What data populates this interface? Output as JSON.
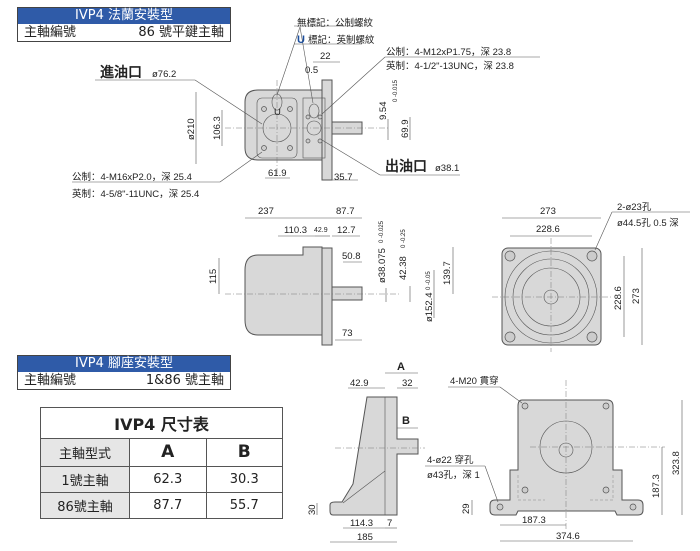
{
  "flange_box": {
    "title": "IVP4 法蘭安裝型",
    "label": "主軸編號",
    "value": "86 號平鍵主軸"
  },
  "foot_box": {
    "title": "IVP4 腳座安裝型",
    "label": "主軸編號",
    "value": "1&86 號主軸"
  },
  "size_table": {
    "title": "IVP4 尺寸表",
    "headers": [
      "主軸型式",
      "A",
      "B"
    ],
    "rows": [
      {
        "type": "1號主軸",
        "A": "62.3",
        "B": "30.3"
      },
      {
        "type": "86號主軸",
        "A": "87.7",
        "B": "55.7"
      }
    ]
  },
  "top_view": {
    "note_none": "無標記：公制螺紋",
    "note_u_mark": "U",
    "note_u": "標記：英制螺紋",
    "dim_22": "22",
    "dim_05": "0.5",
    "outlet_metric": "公制：4-M12xP1.75，深 23.8",
    "outlet_imperial": "英制：4-1/2\"-13UNC，深 23.8",
    "inlet_label": "進油口",
    "inlet_dia": "ø76.2",
    "dim_210": "ø210",
    "dim_1063": "106.3",
    "dim_954": "9.54",
    "tol_954": "0 -0.015",
    "dim_699": "69.9",
    "outlet_label": "出油口",
    "outlet_dia": "ø38.1",
    "dim_619": "61.9",
    "dim_357": "35.7",
    "inlet_metric": "公制：4-M16xP2.0，深 25.4",
    "inlet_imperial": "英制：4-5/8\"-11UNC，深 25.4",
    "port_mark": "U"
  },
  "side_view": {
    "dim_237": "237",
    "dim_877": "87.7",
    "dim_1103": "110.3",
    "dim_429": "42.9",
    "dim_127": "12.7",
    "dim_508": "50.8",
    "dim_73": "73",
    "dim_115": "115",
    "dim_38075": "ø38.075",
    "tol_38075": "0 -0.025",
    "dim_4238": "42.38",
    "tol_4238": "0 -0.25",
    "dim_1524": "ø152.4",
    "tol_1524": "0 -0.05",
    "dim_1397": "139.7"
  },
  "front_view": {
    "dim_273_w": "273",
    "dim_2286_w": "228.6",
    "hole_note1": "2-ø23孔",
    "hole_note2": "ø44.5孔 0.5 深",
    "dim_2286_h": "228.6",
    "dim_273_h": "273"
  },
  "foot_side": {
    "dim_A": "A",
    "dim_429": "42.9",
    "dim_32": "32",
    "dim_B": "B",
    "dim_30": "30",
    "dim_1143": "114.3",
    "dim_7": "7",
    "dim_185": "185"
  },
  "foot_front": {
    "bolt_note": "4-M20 貫穿",
    "hole_note1": "4-ø22 穿孔",
    "hole_note2": "ø43孔，深 1",
    "dim_3238": "323.8",
    "dim_1873_h": "187.3",
    "dim_29": "29",
    "dim_1873_w": "187.3",
    "dim_3746": "374.6"
  }
}
